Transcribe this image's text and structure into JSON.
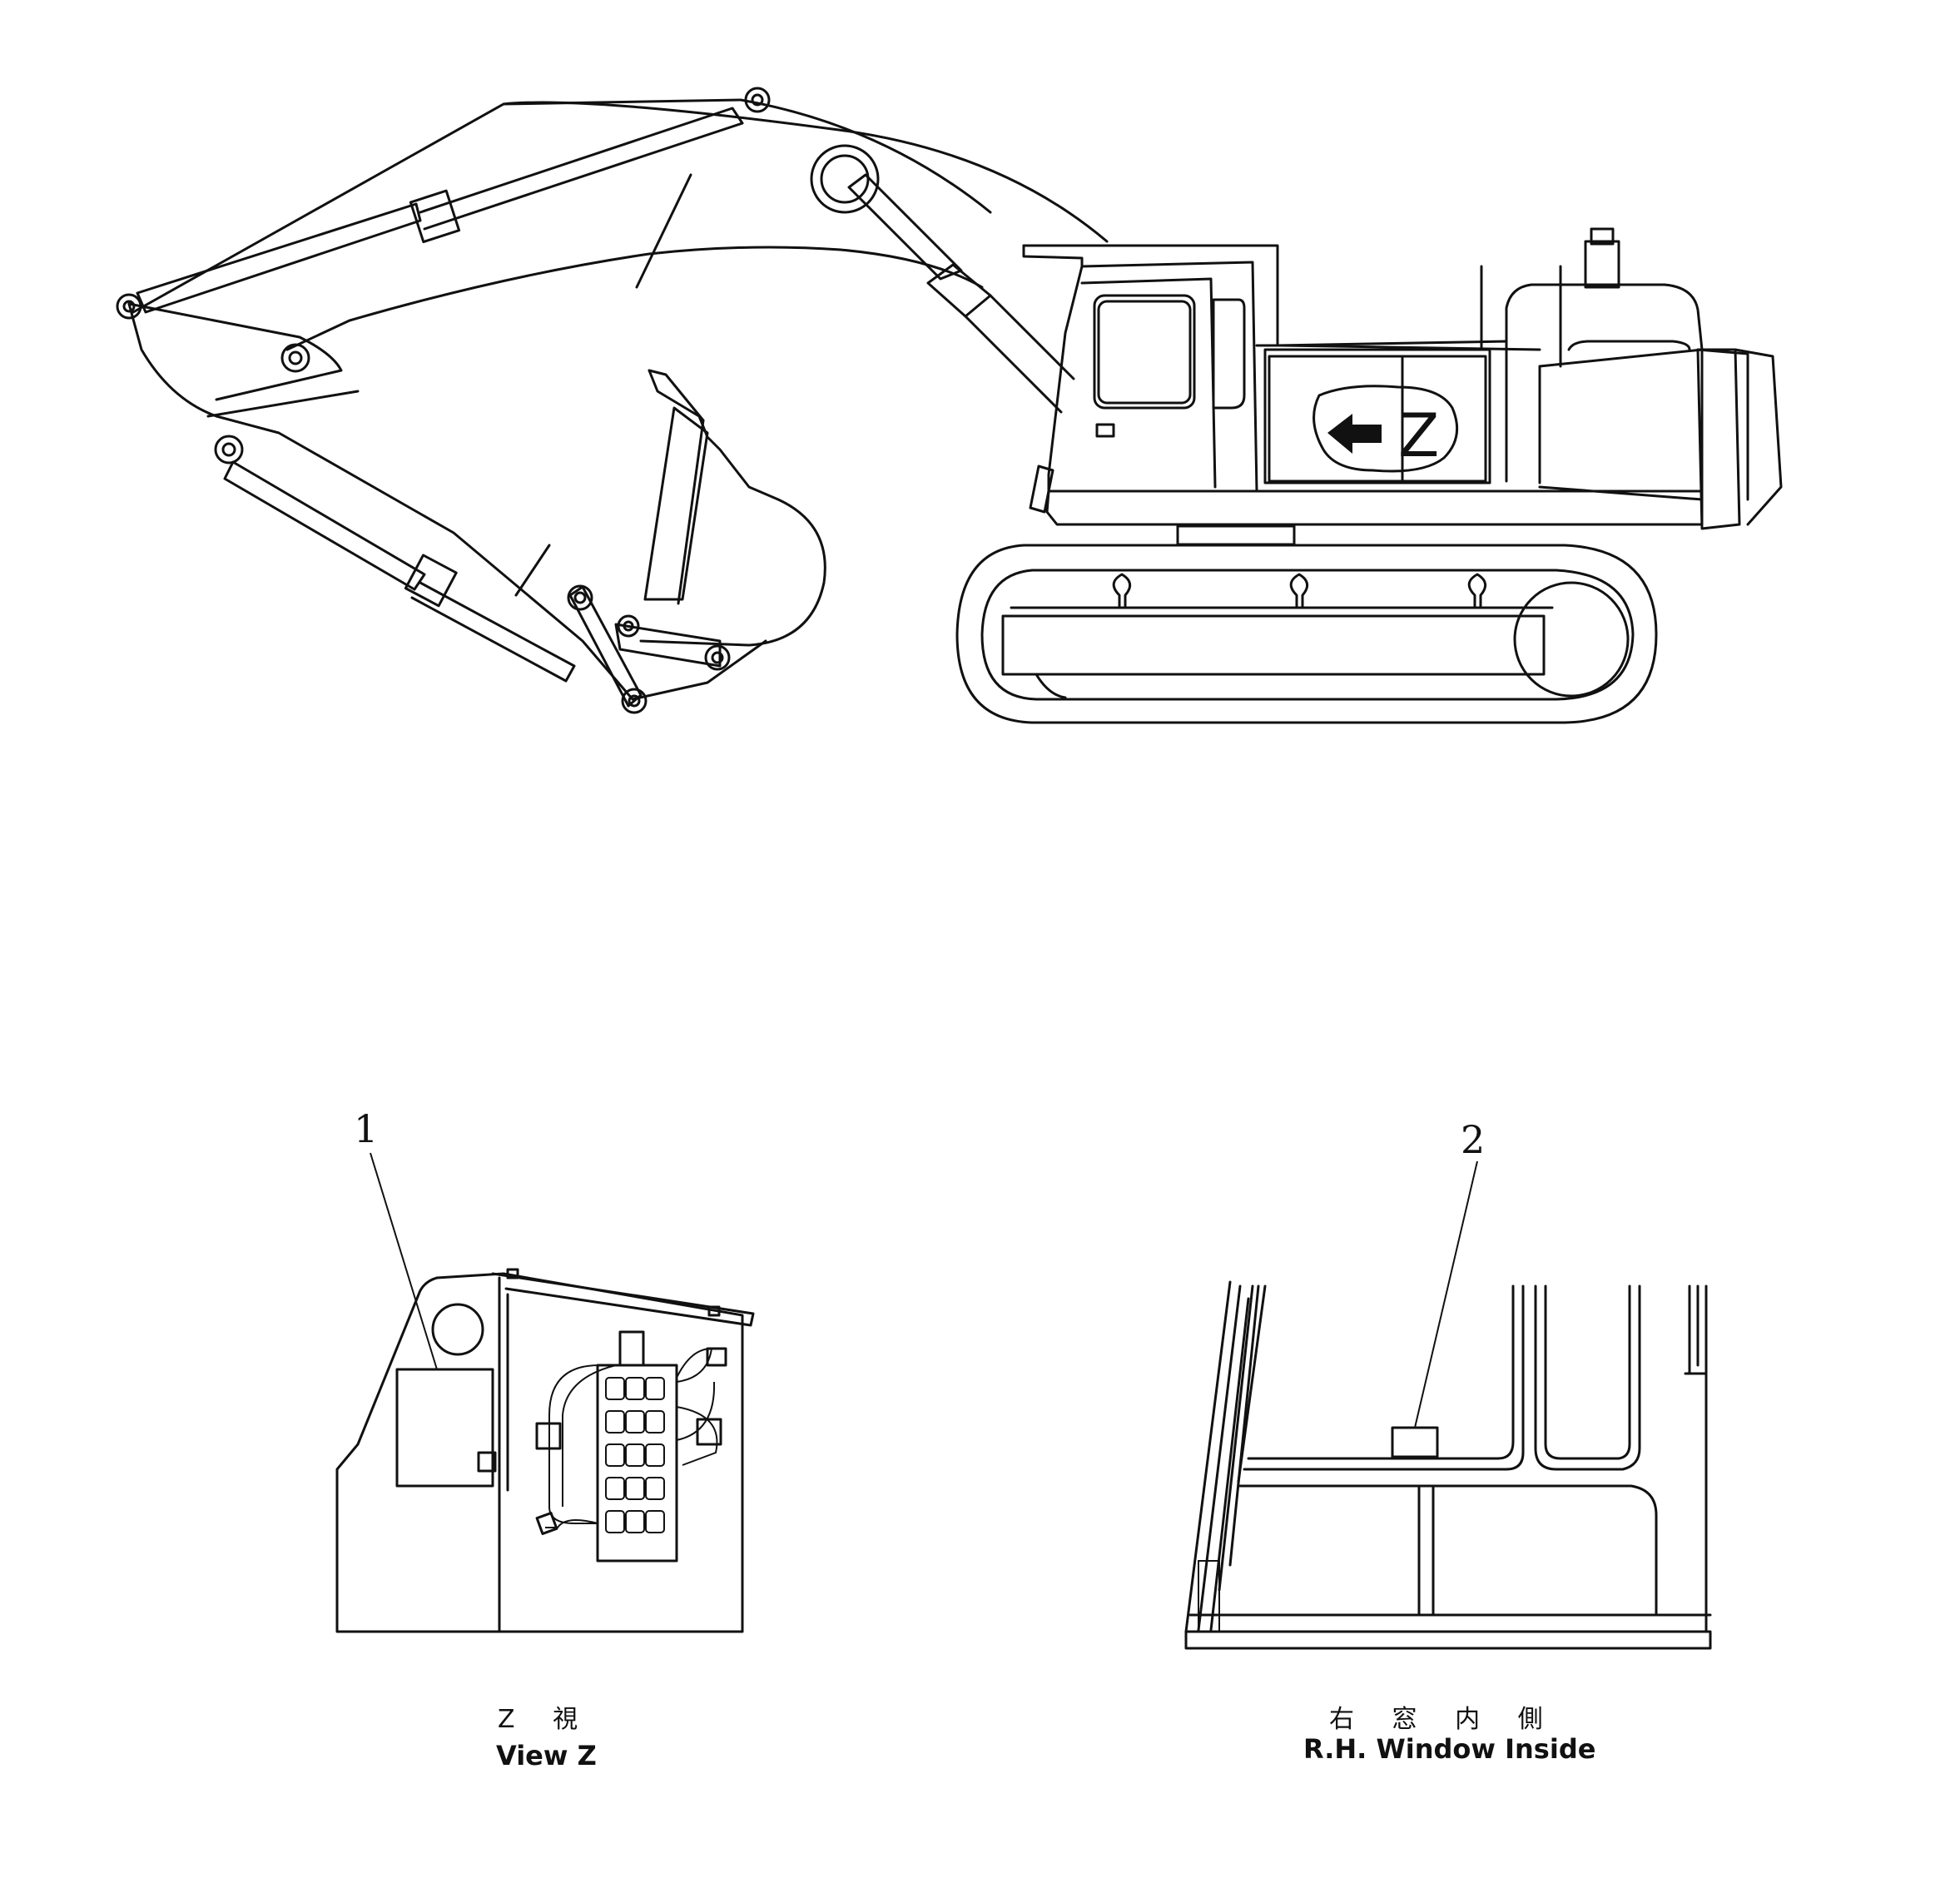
{
  "main_view": {
    "view_marker": "Z"
  },
  "detail_view_z": {
    "callout": "1",
    "caption_jp": "Z 視",
    "caption_en": "View Z"
  },
  "detail_window": {
    "callout": "2",
    "caption_jp": "右 窓 内 側",
    "caption_en": "R.H. Window Inside"
  },
  "icons": {
    "view_arrow": "arrow-left-icon"
  },
  "colors": {
    "ink": "#111111",
    "paper": "#ffffff"
  }
}
